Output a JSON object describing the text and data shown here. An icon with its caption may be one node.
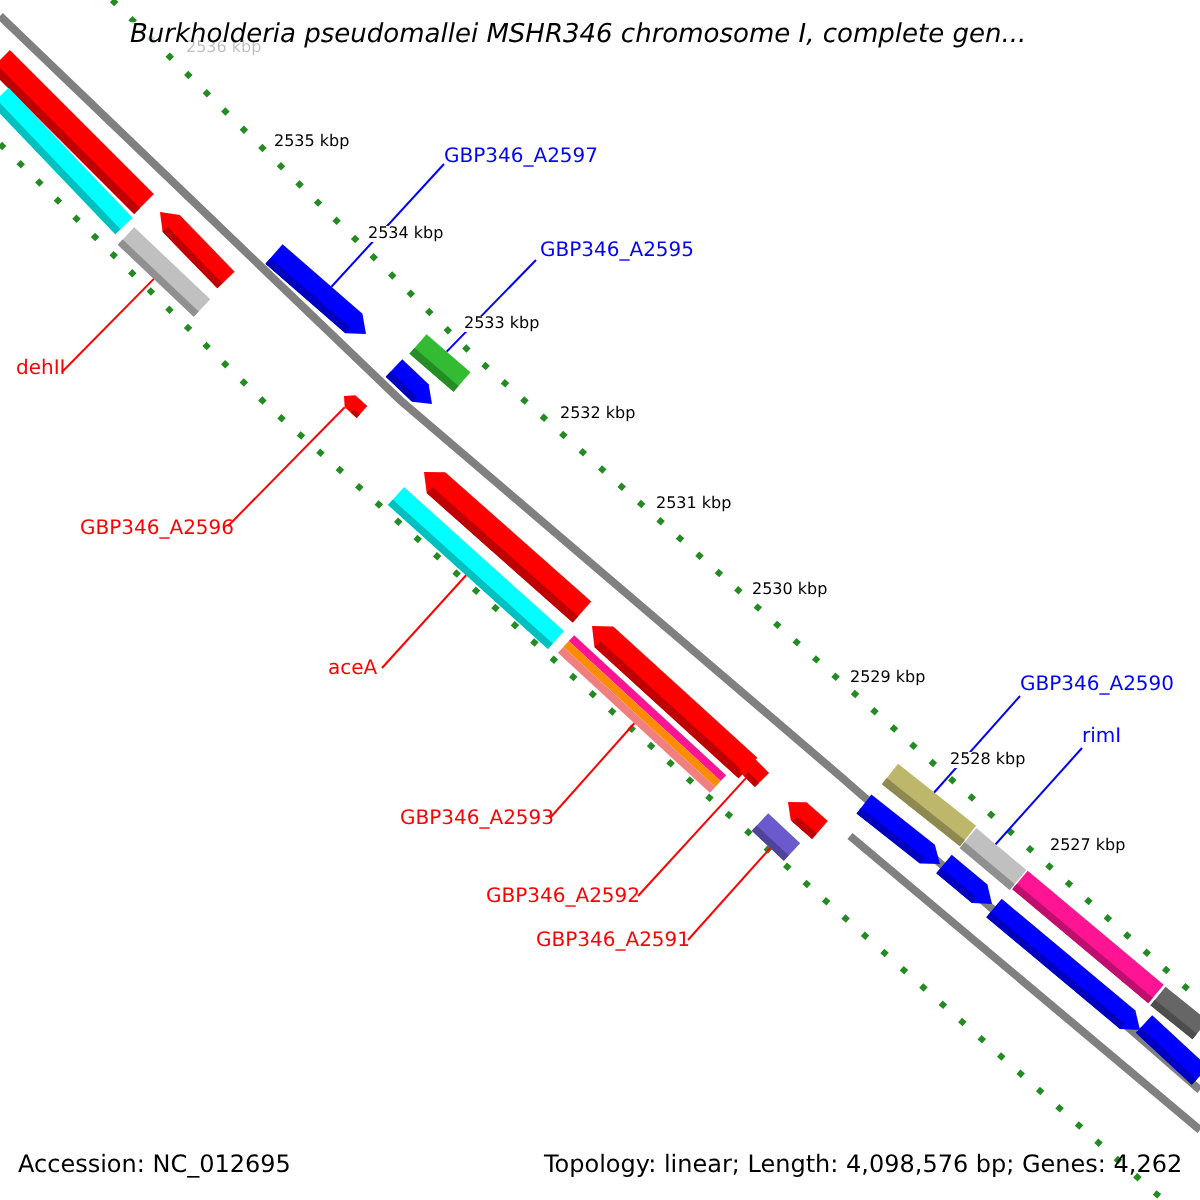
{
  "diagram": {
    "title": "Burkholderia pseudomallei MSHR346 chromosome I, complete gen...",
    "nodes": [
      {
        "text": [
          "GBP346_A2597"
        ]
      },
      {
        "text": [
          "GBP346_A2595"
        ]
      },
      {
        "text": [
          "dehII"
        ]
      },
      {
        "text": [
          "GBP346_A2596"
        ]
      },
      {
        "text": [
          "aceA"
        ]
      },
      {
        "text": [
          "GBP346_A2590"
        ]
      },
      {
        "text": [
          "rimI"
        ]
      },
      {
        "text": [
          "GBP346_A2593"
        ]
      },
      {
        "text": [
          "GBP346_A2592"
        ]
      },
      {
        "text": [
          "GBP346_A2591"
        ]
      },
      {
        "text": [],
        "shape": "bar"
      },
      {
        "text": [],
        "shape": "bar"
      },
      {
        "text": [],
        "shape": "bar"
      },
      {
        "text": [],
        "shape": "bar"
      },
      {
        "text": [],
        "shape": "bar"
      },
      {
        "text": [],
        "shape": "bar"
      },
      {
        "text": [],
        "shape": "bar"
      },
      {
        "text": [],
        "shape": "bar"
      },
      {
        "text": [],
        "shape": "bar"
      },
      {
        "text": [],
        "shape": "bar"
      }
    ],
    "edges": [
      {
        "from": 0,
        "to": 10,
        "arrow": "none",
        "color": "#0000ff"
      },
      {
        "from": 1,
        "to": 11,
        "arrow": "none",
        "color": "#0000ff"
      },
      {
        "from": 2,
        "to": 12,
        "arrow": "none"
      },
      {
        "from": 3,
        "to": 13,
        "arrow": "none"
      },
      {
        "from": 4,
        "to": 14,
        "arrow": "none"
      },
      {
        "from": 5,
        "to": 15,
        "arrow": "none",
        "color": "#0000ff"
      },
      {
        "from": 6,
        "to": 16,
        "arrow": "none",
        "color": "#0000ff"
      },
      {
        "from": 7,
        "to": 17,
        "arrow": "none"
      },
      {
        "from": 8,
        "to": 18,
        "arrow": "none"
      },
      {
        "from": 9,
        "to": 19,
        "arrow": "none"
      }
    ],
    "labels": [
      "2536 kbp",
      "2535 kbp",
      "2534 kbp",
      "2533 kbp",
      "2532 kbp",
      "2531 kbp",
      "2530 kbp",
      "2529 kbp",
      "2528 kbp",
      "2527 kbp",
      "Accession: NC_012695",
      "Topology: linear; Length: 4,098,576 bp; Genes: 4,262"
    ]
  }
}
